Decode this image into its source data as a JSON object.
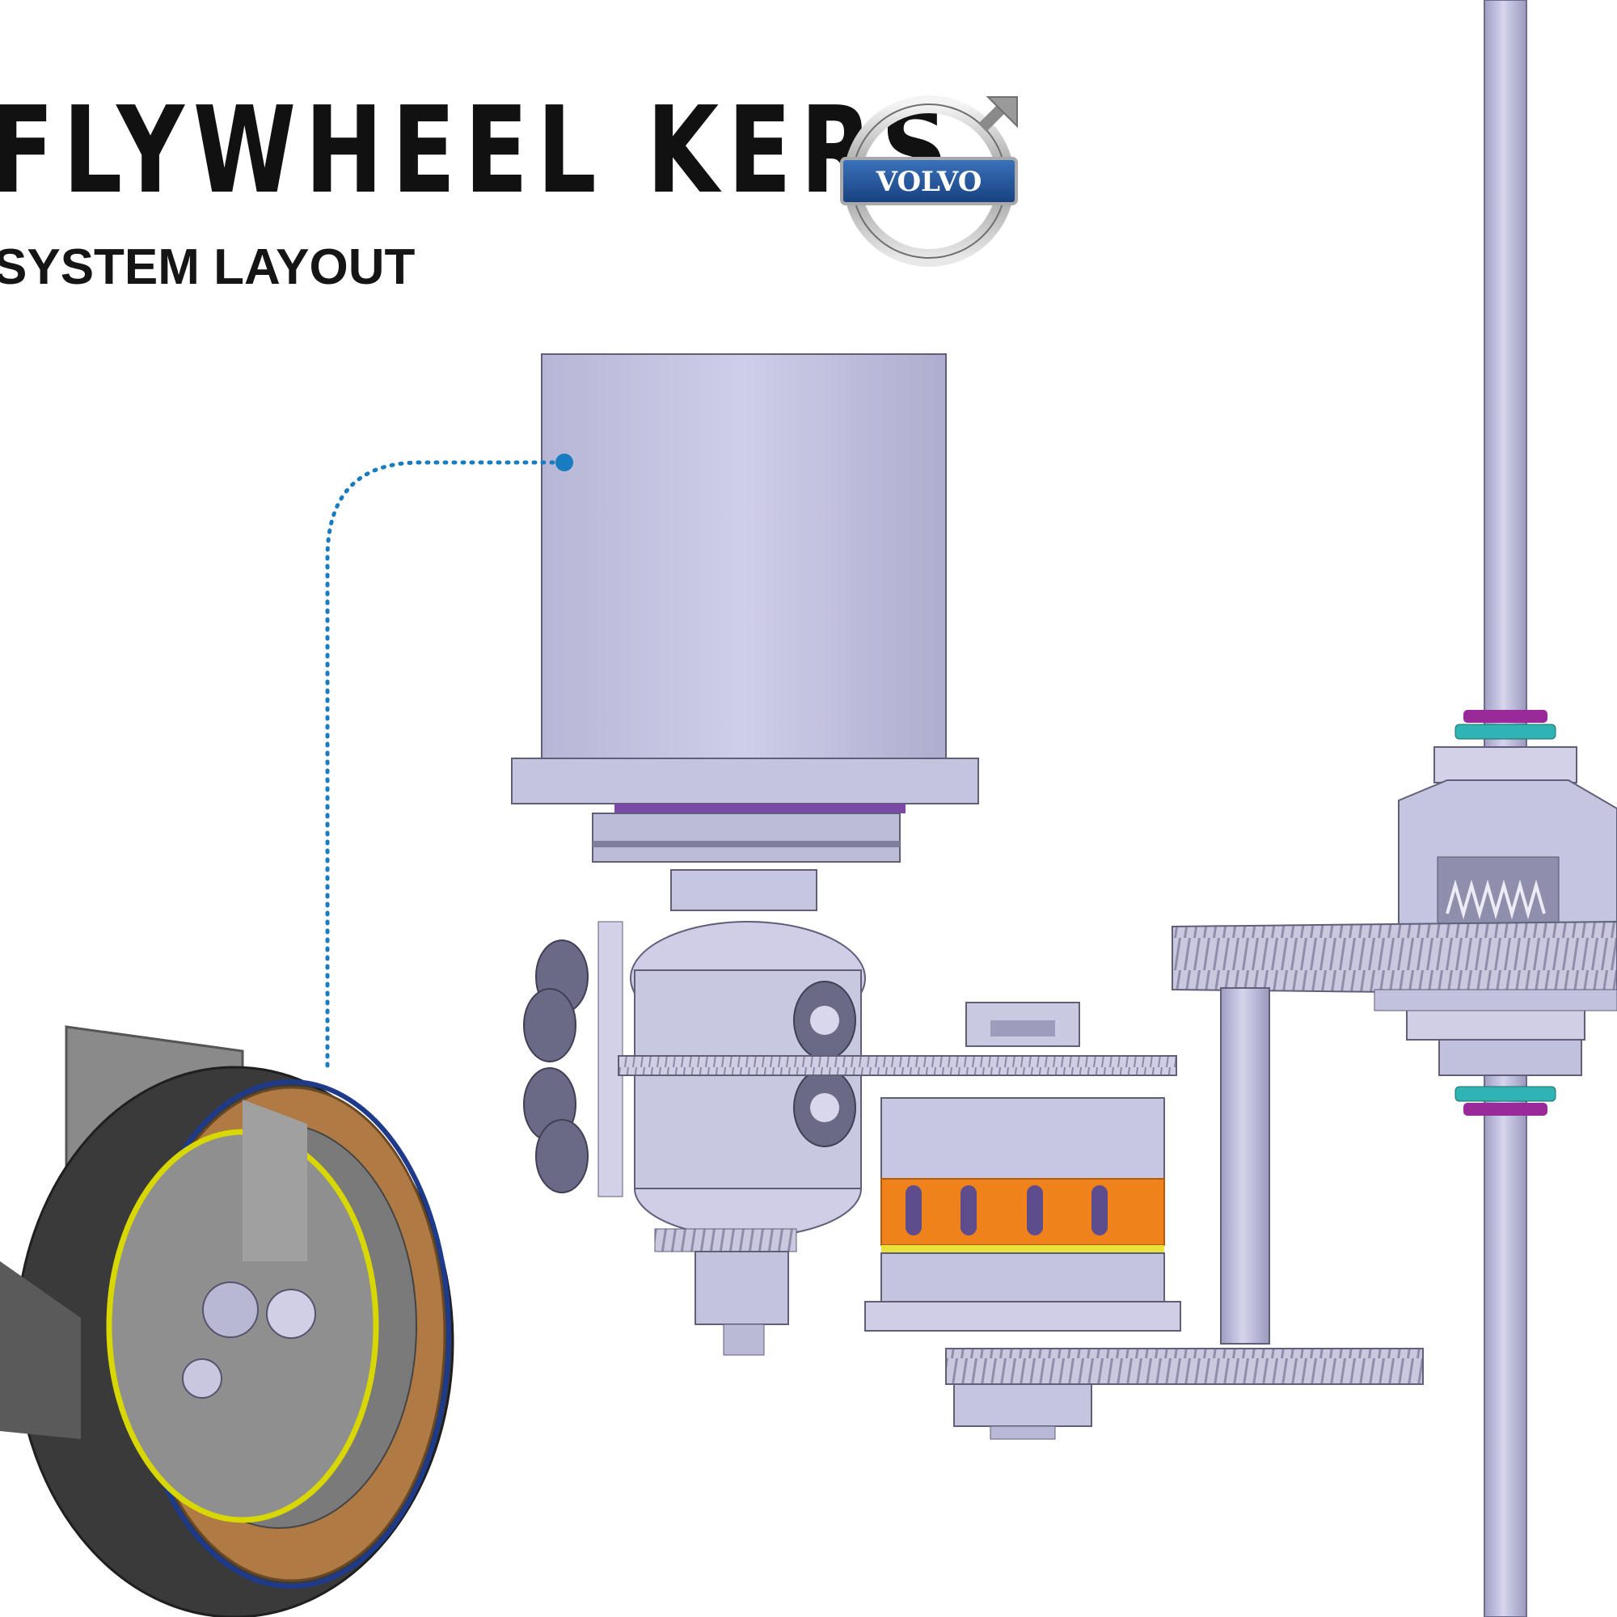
{
  "header": {
    "title": "FLYWHEEL KERS",
    "subtitle": "SYSTEM LAYOUT"
  },
  "logo": {
    "text": "VOLVO",
    "icon": "volvo-iron-mark-icon"
  },
  "colors": {
    "component": "#c6c5e0",
    "component_shade": "#a9a8c8",
    "outline": "#5f5f7a",
    "callout": "#1a7cc0",
    "magnet_band": "#f0821c",
    "brand_blue": "#1f4f9a",
    "ring_purple": "#9a2a9a",
    "ring_teal": "#2fb3b3"
  }
}
